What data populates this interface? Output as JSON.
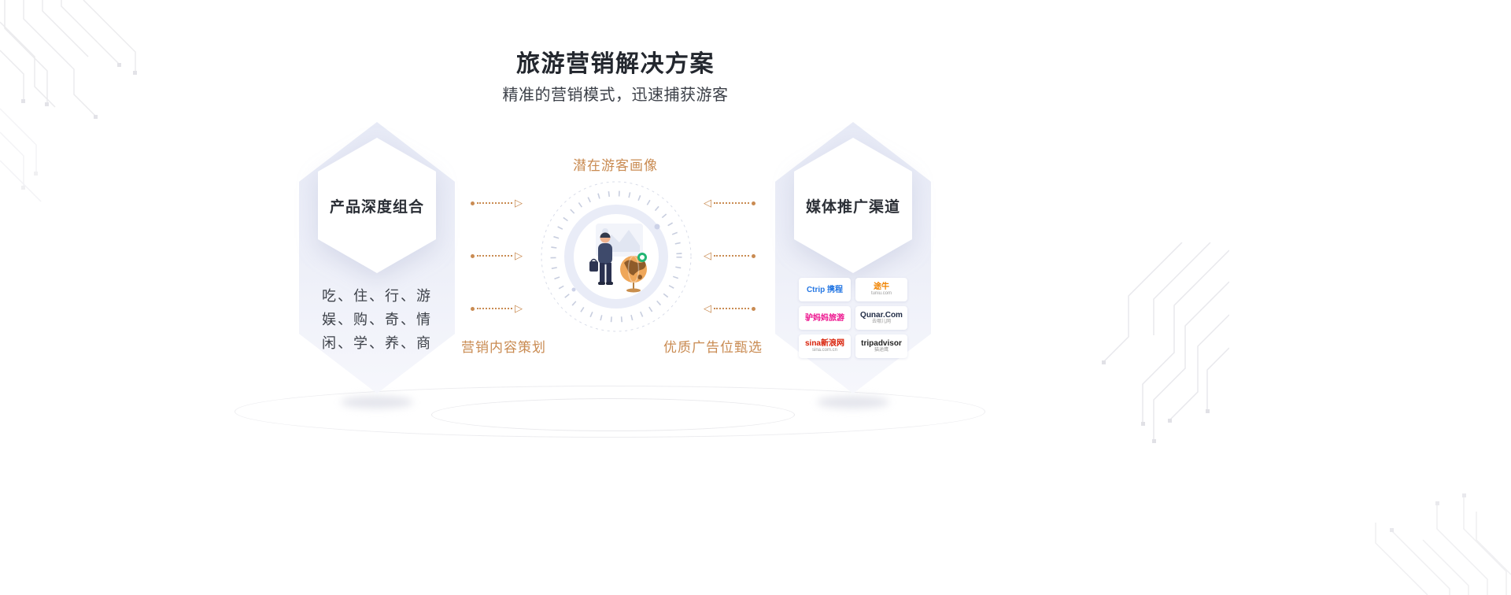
{
  "page": {
    "title": "旅游营销解决方案",
    "subtitle": "精准的营销模式，迅速捕获游客"
  },
  "left_card": {
    "title": "产品深度组合",
    "lines": [
      "吃、住、行、游",
      "娱、购、奇、情",
      "闲、学、养、商"
    ]
  },
  "center": {
    "top_label": "潜在游客画像",
    "bottom_left_label": "营销内容策划",
    "bottom_right_label": "优质广告位甄选"
  },
  "right_card": {
    "title": "媒体推广渠道",
    "logos": [
      {
        "id": "ctrip",
        "main": "Ctrip 携程",
        "sub": "",
        "color": "#2577E3"
      },
      {
        "id": "tuniu",
        "main": "途牛",
        "sub": "tuniu.com",
        "color": "#F08300"
      },
      {
        "id": "lvmama",
        "main": "驴妈妈旅游",
        "sub": "",
        "color": "#ED0F8C"
      },
      {
        "id": "qunar",
        "main": "Qunar.Com",
        "sub": "去哪儿网",
        "color": "#1F2A44"
      },
      {
        "id": "sina",
        "main": "sina新浪网",
        "sub": "sina.com.cn",
        "color": "#D81E06"
      },
      {
        "id": "tripadvisor",
        "main": "tripadvisor",
        "sub": "猫途鹰",
        "color": "#222222"
      }
    ]
  },
  "colors": {
    "accent_orange": "#C98B52",
    "hexagon_fill": "#E9ECF7",
    "title_text": "#23272E",
    "pin_green": "#22B573"
  }
}
